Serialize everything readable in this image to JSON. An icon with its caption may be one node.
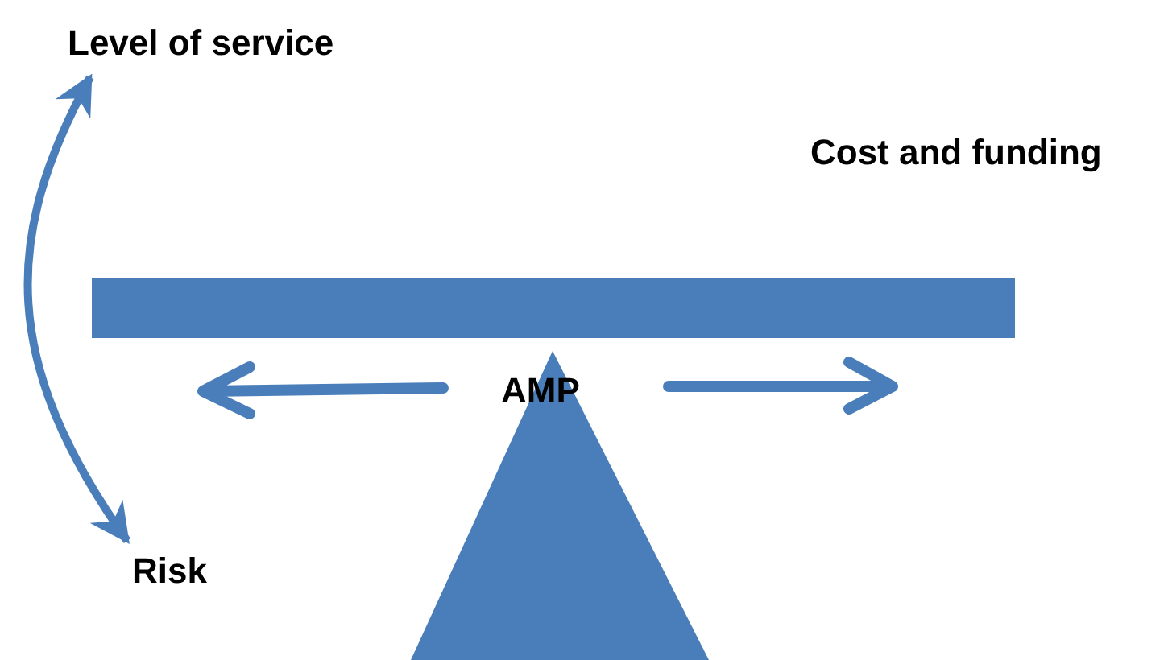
{
  "diagram": {
    "nodes": [
      {
        "text": [
          "Level of service"
        ]
      },
      {
        "text": [
          "Risk"
        ]
      }
    ],
    "edges": [
      {
        "from": 0,
        "to": 1,
        "arrow": "both"
      }
    ],
    "labels": [
      "Cost and funding",
      "AMP"
    ]
  }
}
